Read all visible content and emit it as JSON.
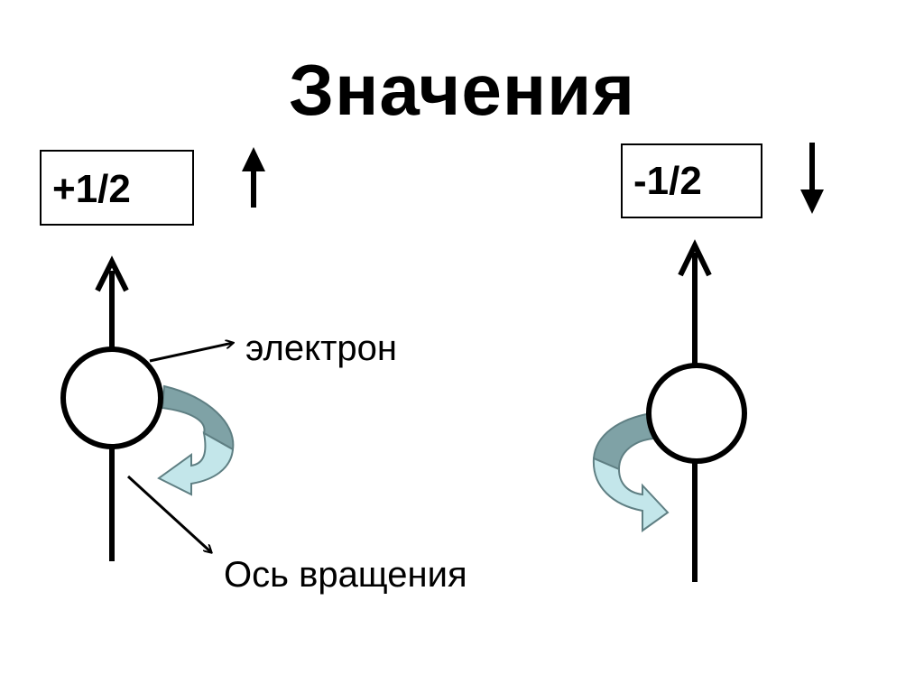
{
  "slide": {
    "title": "Значения",
    "spin_positive": {
      "value_label": "+1/2",
      "arrow_icon": "arrow-up-icon",
      "rotation_direction": "clockwise"
    },
    "spin_negative": {
      "value_label": "-1/2",
      "arrow_icon": "arrow-down-icon",
      "rotation_direction": "counterclockwise"
    },
    "labels": {
      "electron": "электрон",
      "rotation_axis": "Ось вращения"
    },
    "colors": {
      "background": "#ffffff",
      "lines": "#000000",
      "rotation_arrow_light": "#c3e6ea",
      "rotation_arrow_dark": "#7fa2a6"
    }
  }
}
